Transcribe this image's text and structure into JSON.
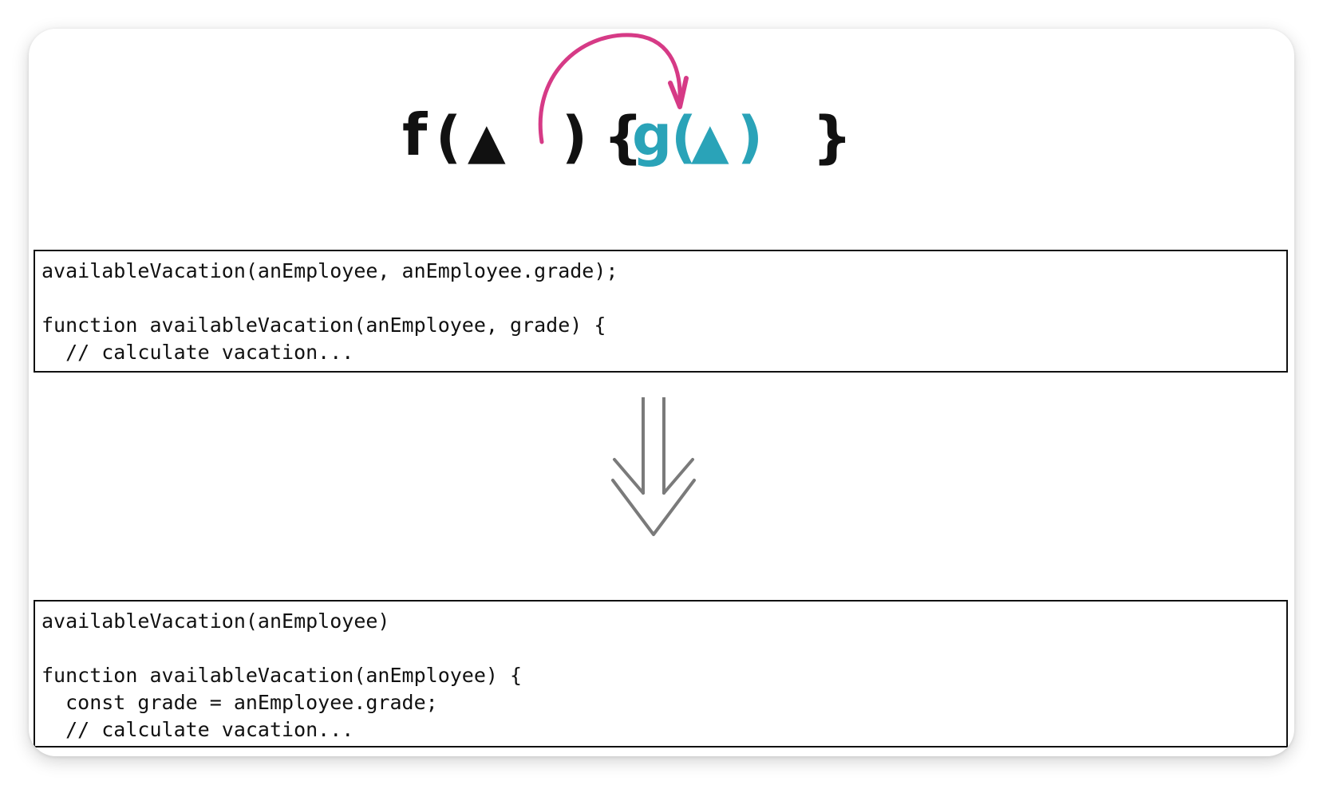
{
  "formula": {
    "f": "f",
    "open_paren": "(",
    "param_symbol": "▲",
    "close_paren": ")",
    "open_brace": "{",
    "g": "g",
    "inner_open_paren": "(",
    "inner_symbol": "▲",
    "inner_close_paren": ")",
    "close_brace": "}",
    "colors": {
      "black": "#111111",
      "teal": "#2aa3b8",
      "arrow": "#d63a86"
    }
  },
  "before": {
    "lines": [
      "availableVacation(anEmployee, anEmployee.grade);",
      "",
      "function availableVacation(anEmployee, grade) {",
      "  // calculate vacation..."
    ]
  },
  "after": {
    "lines": [
      "availableVacation(anEmployee)",
      "",
      "function availableVacation(anEmployee) {",
      "  const grade = anEmployee.grade;",
      "  // calculate vacation..."
    ]
  },
  "transition_arrow": {
    "icon": "double-down-arrow-icon",
    "color": "#7a7a7a"
  }
}
